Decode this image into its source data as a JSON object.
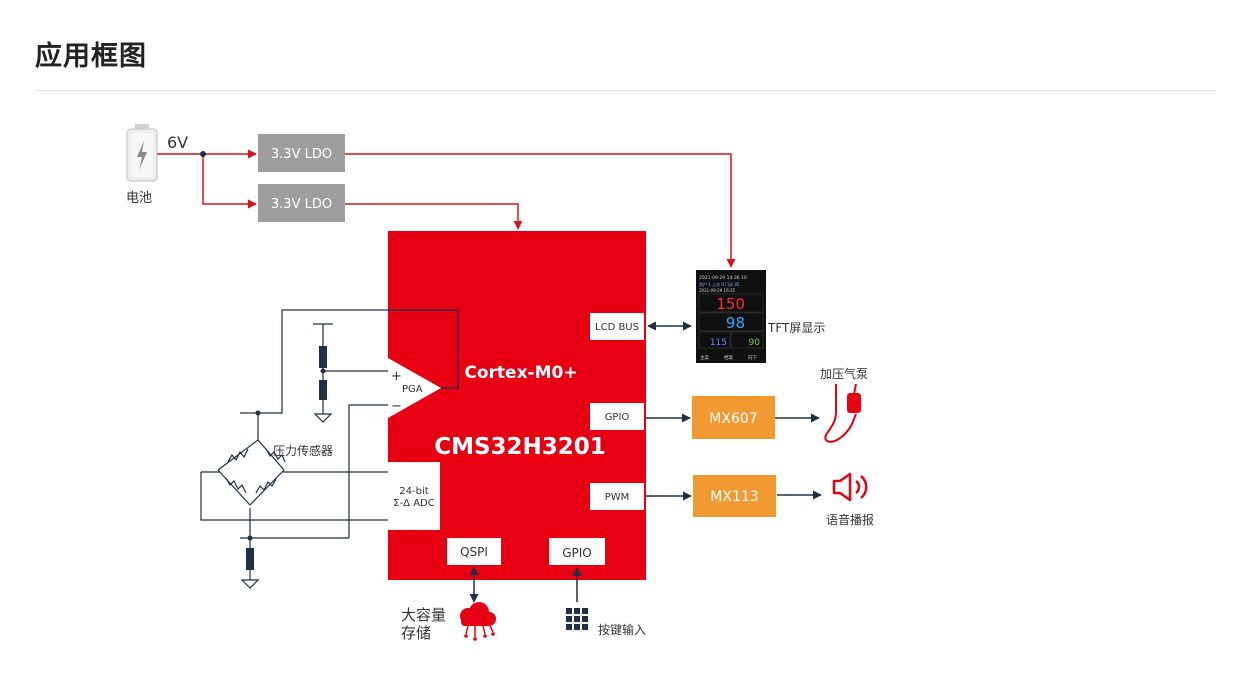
{
  "page": {
    "title": "应用框图"
  },
  "power": {
    "battery_label": "电池",
    "voltage": "6V",
    "ldo1": "3.3V LDO",
    "ldo2": "3.3V LDO"
  },
  "mcu": {
    "core": "Cortex-M0+",
    "name": "CMS32H3201",
    "pga": "PGA",
    "pga_plus": "+",
    "pga_minus": "−",
    "adc_line1": "24-bit",
    "adc_line2": "Σ-Δ ADC",
    "lcd_bus": "LCD BUS",
    "gpio_right": "GPIO",
    "pwm": "PWM",
    "qspi": "QSPI",
    "gpio_bottom": "GPIO"
  },
  "sensor": {
    "label": "压力传感器"
  },
  "tft": {
    "label": "TFT屏显示",
    "date_top": "2021-09-29 14:36 10",
    "row2": "用户 1  上次 0   门诊 05",
    "date2": "2021-09-29 16:35",
    "sys": "150",
    "dia": "98",
    "pulse": "115",
    "val4": "90",
    "btn1": "主菜",
    "btn2": "档案",
    "btn3": "向下"
  },
  "pump": {
    "driver": "MX607",
    "label": "加压气泵"
  },
  "audio": {
    "driver": "MX113",
    "label": "语音播报"
  },
  "storage": {
    "label_line1": "大容量",
    "label_line2": "存储"
  },
  "keys": {
    "label": "按键输入"
  },
  "colors": {
    "red": "#e60012",
    "wire_red": "#d9141f",
    "gray": "#9e9e9e",
    "orange": "#f29a32",
    "navy": "#1f3049"
  }
}
